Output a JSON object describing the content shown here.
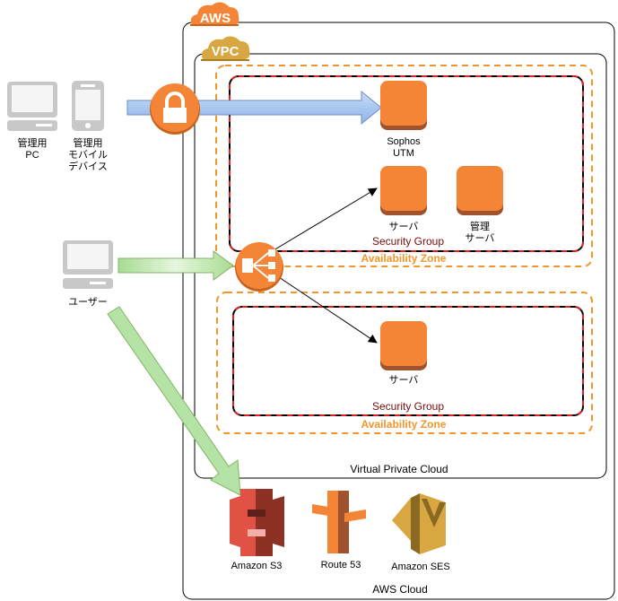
{
  "colors": {
    "aws_orange": "#f58536",
    "vpc_gold": "#d9a741",
    "availability_zone": "#f0962a",
    "security_group_border": "#e0201f",
    "security_group_text": "#7a0a0a",
    "blue_arrow": "#9ec3f0",
    "green_arrow": "#b5e3a5",
    "device_gray": "#c8c8c8",
    "s3_red": "#e05243",
    "route53_orange": "#f58536",
    "ses_gold": "#d9a741"
  },
  "clouds": {
    "aws": "AWS",
    "vpc": "VPC"
  },
  "containers": {
    "aws_cloud": "AWS Cloud",
    "vpc": "Virtual Private Cloud",
    "zones": [
      {
        "az_label": "Availability Zone",
        "sg_label": "Security Group"
      },
      {
        "az_label": "Availability Zone",
        "sg_label": "Security Group"
      }
    ]
  },
  "clients": {
    "admin_pc": "管理用\nPC",
    "admin_mobile": "管理用\nモバイル\nデバイス",
    "user": "ユーザー"
  },
  "instances": {
    "sophos": "Sophos\nUTM",
    "server1": "サーバ",
    "admin_server": "管理\nサーバ",
    "server2": "サーバ"
  },
  "services": [
    {
      "name": "Amazon S3",
      "icon": "s3-icon"
    },
    {
      "name": "Route 53",
      "icon": "route53-icon"
    },
    {
      "name": "Amazon SES",
      "icon": "ses-icon"
    }
  ],
  "icons": {
    "vpn": "lock-icon",
    "load_balancer": "elb-icon"
  }
}
